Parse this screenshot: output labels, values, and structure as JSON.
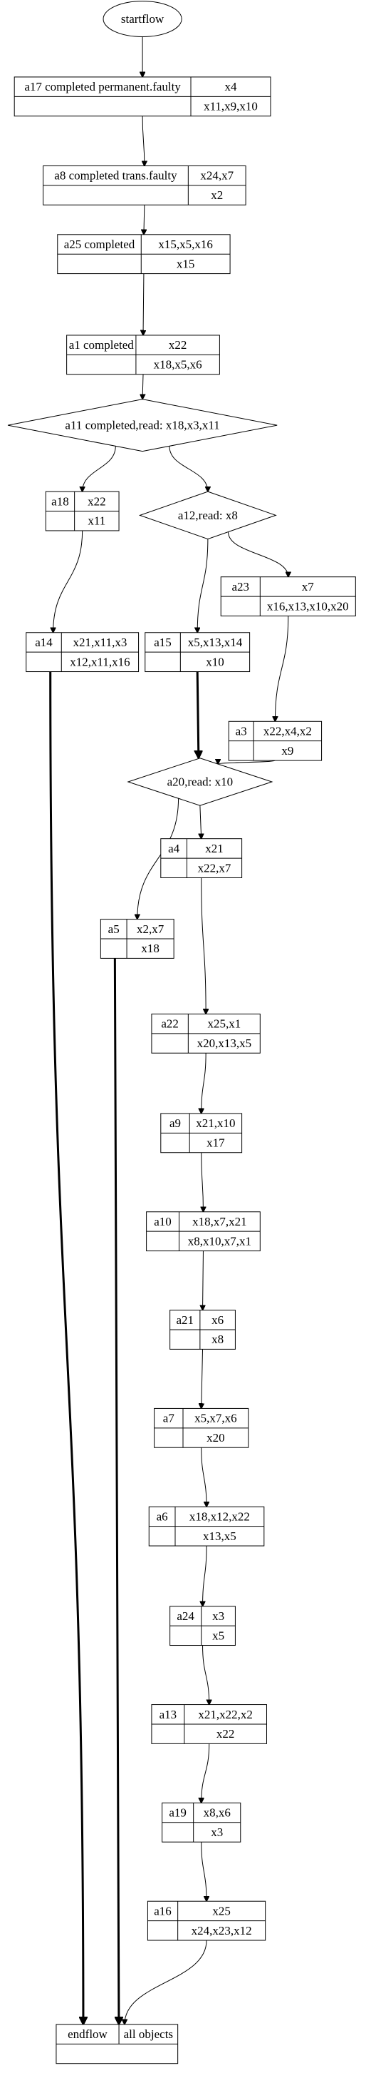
{
  "start": {
    "label": "startflow"
  },
  "end": {
    "label": "endflow",
    "objects": "all objects"
  },
  "diamonds": [
    {
      "id": "a11",
      "label": "a11  completed,read: x18,x3,x11"
    },
    {
      "id": "a12",
      "label": "a12,read: x8"
    },
    {
      "id": "a20",
      "label": "a20,read: x10"
    }
  ],
  "records": [
    {
      "id": "a17",
      "name": "a17  completed permanent.faulty",
      "top": "x4",
      "bottom": "x11,x9,x10"
    },
    {
      "id": "a8",
      "name": "a8  completed trans.faulty",
      "top": "x24,x7",
      "bottom": "x2"
    },
    {
      "id": "a25",
      "name": "a25  completed",
      "top": "x15,x5,x16",
      "bottom": "x15"
    },
    {
      "id": "a1",
      "name": "a1  completed",
      "top": "x22",
      "bottom": "x18,x5,x6"
    },
    {
      "id": "a18",
      "name": "a18",
      "top": "x22",
      "bottom": "x11"
    },
    {
      "id": "a23",
      "name": "a23",
      "top": "x7",
      "bottom": "x16,x13,x10,x20"
    },
    {
      "id": "a14",
      "name": "a14",
      "top": "x21,x11,x3",
      "bottom": "x12,x11,x16"
    },
    {
      "id": "a15",
      "name": "a15",
      "top": "x5,x13,x14",
      "bottom": "x10"
    },
    {
      "id": "a3",
      "name": "a3",
      "top": "x22,x4,x2",
      "bottom": "x9"
    },
    {
      "id": "a4",
      "name": "a4",
      "top": "x21",
      "bottom": "x22,x7"
    },
    {
      "id": "a5",
      "name": "a5",
      "top": "x2,x7",
      "bottom": "x18"
    },
    {
      "id": "a22",
      "name": "a22",
      "top": "x25,x1",
      "bottom": "x20,x13,x5"
    },
    {
      "id": "a9",
      "name": "a9",
      "top": "x21,x10",
      "bottom": "x17"
    },
    {
      "id": "a10",
      "name": "a10",
      "top": "x18,x7,x21",
      "bottom": "x8,x10,x7,x1"
    },
    {
      "id": "a21",
      "name": "a21",
      "top": "x6",
      "bottom": "x8"
    },
    {
      "id": "a7",
      "name": "a7",
      "top": "x5,x7,x6",
      "bottom": "x20"
    },
    {
      "id": "a6",
      "name": "a6",
      "top": "x18,x12,x22",
      "bottom": "x13,x5"
    },
    {
      "id": "a24",
      "name": "a24",
      "top": "x3",
      "bottom": "x5"
    },
    {
      "id": "a13",
      "name": "a13",
      "top": "x21,x22,x2",
      "bottom": "x22"
    },
    {
      "id": "a19",
      "name": "a19",
      "top": "x8,x6",
      "bottom": "x3"
    },
    {
      "id": "a16",
      "name": "a16",
      "top": "x25",
      "bottom": "x24,x23,x12"
    }
  ],
  "edges": [
    {
      "from": "start",
      "to": "a17",
      "style": "normal"
    },
    {
      "from": "a17",
      "to": "a8",
      "style": "normal"
    },
    {
      "from": "a8",
      "to": "a25",
      "style": "normal"
    },
    {
      "from": "a25",
      "to": "a1",
      "style": "normal"
    },
    {
      "from": "a1",
      "to": "a11",
      "style": "normal"
    },
    {
      "from": "a11",
      "to": "a18",
      "style": "normal"
    },
    {
      "from": "a11",
      "to": "a12",
      "style": "normal"
    },
    {
      "from": "a18",
      "to": "a14",
      "style": "normal"
    },
    {
      "from": "a12",
      "to": "a23",
      "style": "normal"
    },
    {
      "from": "a12",
      "to": "a15",
      "style": "normal"
    },
    {
      "from": "a23",
      "to": "a3",
      "style": "normal"
    },
    {
      "from": "a15",
      "to": "a20",
      "style": "bold"
    },
    {
      "from": "a3",
      "to": "a20",
      "style": "normal"
    },
    {
      "from": "a20",
      "to": "a4",
      "style": "normal"
    },
    {
      "from": "a20",
      "to": "a5",
      "style": "normal"
    },
    {
      "from": "a4",
      "to": "a22",
      "style": "normal"
    },
    {
      "from": "a22",
      "to": "a9",
      "style": "normal"
    },
    {
      "from": "a9",
      "to": "a10",
      "style": "normal"
    },
    {
      "from": "a10",
      "to": "a21",
      "style": "normal"
    },
    {
      "from": "a21",
      "to": "a7",
      "style": "normal"
    },
    {
      "from": "a7",
      "to": "a6",
      "style": "normal"
    },
    {
      "from": "a6",
      "to": "a24",
      "style": "normal"
    },
    {
      "from": "a24",
      "to": "a13",
      "style": "normal"
    },
    {
      "from": "a13",
      "to": "a19",
      "style": "normal"
    },
    {
      "from": "a19",
      "to": "a16",
      "style": "normal"
    },
    {
      "from": "a16",
      "to": "end",
      "style": "normal"
    },
    {
      "from": "a14",
      "to": "end",
      "style": "bold"
    },
    {
      "from": "a5",
      "to": "end",
      "style": "bold"
    }
  ]
}
